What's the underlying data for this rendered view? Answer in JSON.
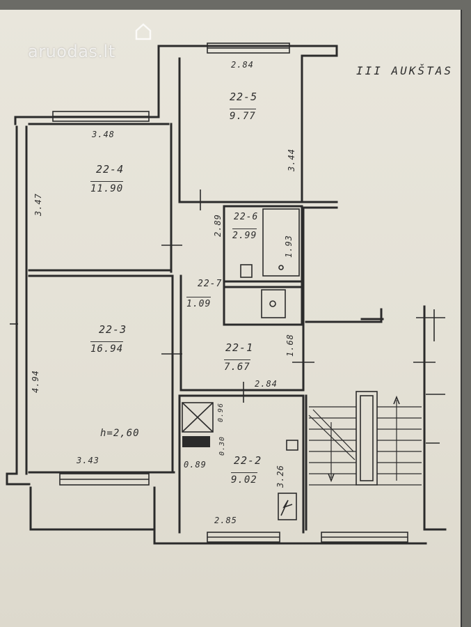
{
  "watermark": {
    "brand_text": "aruodas",
    "tld_text": ".lt"
  },
  "floor_label": "III AUKŠTAS",
  "rooms": [
    {
      "code": "22-5",
      "area": "9.77"
    },
    {
      "code": "22-4",
      "area": "11.90"
    },
    {
      "code": "22-6",
      "area": "2.99"
    },
    {
      "code": "22-7",
      "area": "1.09"
    },
    {
      "code": "22-3",
      "area": "16.94"
    },
    {
      "code": "22-1",
      "area": "7.67"
    },
    {
      "code": "22-2",
      "area": "9.02"
    }
  ],
  "dimensions": {
    "r5_width": "2.84",
    "r5_depth": "3.44",
    "r4_width": "3.48",
    "r4_depth": "3.47",
    "r6_depth": "2.89",
    "r6_bath": "1.93",
    "r3_depth": "4.94",
    "r3_width": "3.43",
    "r1_width": "2.84",
    "r1_depth": "1.68",
    "vent_a": "0.96",
    "vent_b": "0.30",
    "r2_left": "0.89",
    "r2_depth": "3.26",
    "r2_width": "2.85"
  },
  "ceiling_height": "h=2,60",
  "colors": {
    "paper": "#e6e3d9",
    "ink": "#2b2b2b",
    "backdrop": "#6b6b66"
  }
}
